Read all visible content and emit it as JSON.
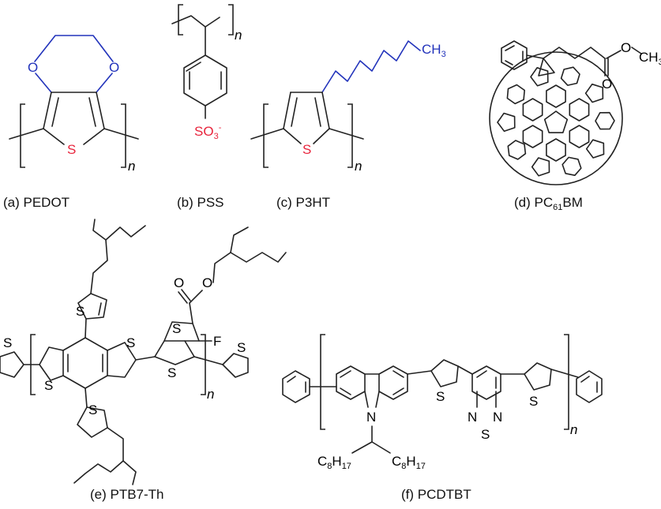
{
  "colors": {
    "bond": "#222222",
    "hetero": "#e8243c",
    "alkyl": "#2233bb"
  },
  "atoms": {
    "O": "O",
    "S": "S",
    "N": "N",
    "F": "F",
    "CH3": "CH",
    "sub3": "3",
    "SO3": "SO",
    "minus": "-",
    "C8H17_c": "C",
    "C8H17_sub8": "8",
    "C8H17_h": "H",
    "C8H17_sub17": "17"
  },
  "repeat_unit": "n",
  "captions": {
    "a": "(a) PEDOT",
    "b": "(b) PSS",
    "c": "(c) P3HT",
    "d_prefix": "(d) PC",
    "d_sub": "61",
    "d_suffix": "BM",
    "e": "(e) PTB7-Th",
    "f": "(f) PCDTBT"
  }
}
